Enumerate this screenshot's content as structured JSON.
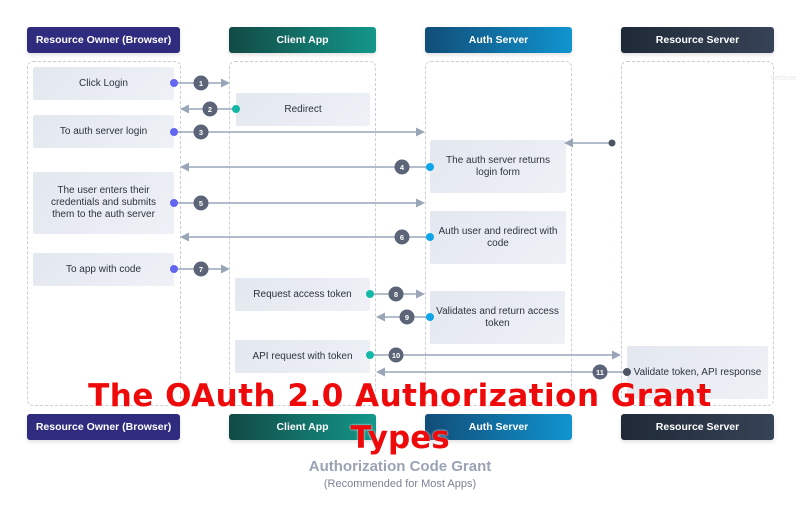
{
  "diagram": {
    "lanes": [
      {
        "id": "owner",
        "label": "Resource Owner (Browser)",
        "color": "#2f2b7f"
      },
      {
        "id": "client",
        "label": "Client App",
        "color": "#13978a"
      },
      {
        "id": "auth",
        "label": "Auth Server",
        "color": "#1094cf"
      },
      {
        "id": "resource",
        "label": "Resource Server",
        "color": "#1f2937"
      }
    ],
    "boxes": [
      {
        "id": "click-login",
        "lane": "owner",
        "text": "Click Login"
      },
      {
        "id": "redirect",
        "lane": "client",
        "text": "Redirect"
      },
      {
        "id": "to-auth-login",
        "lane": "owner",
        "text": "To auth server login"
      },
      {
        "id": "returns-login-form",
        "lane": "auth",
        "text": "The auth server returns login form"
      },
      {
        "id": "enters-credentials",
        "lane": "owner",
        "text": "The user enters their credentials and submits them to the auth server"
      },
      {
        "id": "auth-user-redirect",
        "lane": "auth",
        "text": "Auth user and redirect with code"
      },
      {
        "id": "to-app-code",
        "lane": "owner",
        "text": "To app with code"
      },
      {
        "id": "request-token",
        "lane": "client",
        "text": "Request access token"
      },
      {
        "id": "validates-token",
        "lane": "auth",
        "text": "Validates and return access token"
      },
      {
        "id": "api-request",
        "lane": "client",
        "text": "API request with token"
      },
      {
        "id": "validate-api",
        "lane": "resource",
        "text": "Validate token, API response"
      }
    ],
    "steps": [
      {
        "n": "1",
        "from": "owner",
        "to": "client"
      },
      {
        "n": "2",
        "from": "client",
        "to": "owner"
      },
      {
        "n": "3",
        "from": "owner",
        "to": "auth"
      },
      {
        "n": "4",
        "from": "auth",
        "to": "owner"
      },
      {
        "n": "5",
        "from": "owner",
        "to": "auth"
      },
      {
        "n": "6",
        "from": "auth",
        "to": "owner"
      },
      {
        "n": "7",
        "from": "owner",
        "to": "client"
      },
      {
        "n": "8",
        "from": "client",
        "to": "auth"
      },
      {
        "n": "9",
        "from": "auth",
        "to": "client"
      },
      {
        "n": "10",
        "from": "client",
        "to": "resource"
      },
      {
        "n": "11",
        "from": "resource",
        "to": "client"
      }
    ],
    "colors": {
      "owner_dot": "#6366f1",
      "client_dot": "#14b8a6",
      "auth_dot": "#0ea5e9",
      "resource_dot": "#4b5563",
      "badge": "#5b6577",
      "line": "#9aa6b8"
    },
    "watermark": "Website"
  },
  "title": {
    "line1": "The OAuth 2.0 Authorization Grant",
    "line2": "Types",
    "color": "#ee0a0a"
  },
  "subtitle": {
    "main": "Authorization Code Grant",
    "note": "(Recommended for Most Apps)"
  }
}
